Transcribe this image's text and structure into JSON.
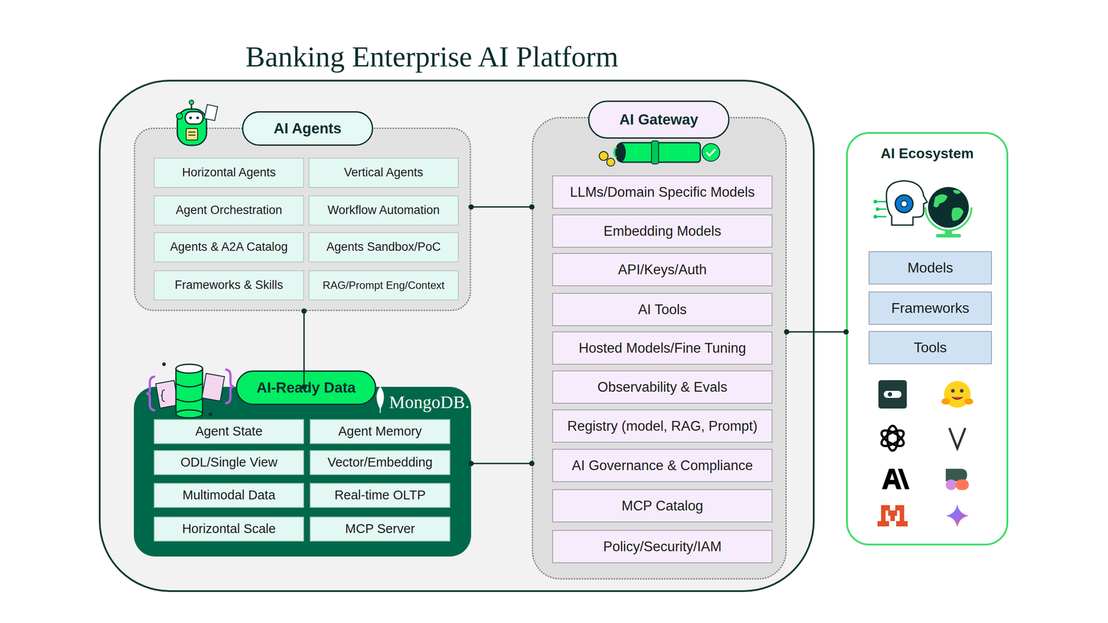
{
  "diagram": {
    "nodes": [
      {
        "text": [
          "Banking Enterprise AI Platform"
        ]
      },
      {
        "text": [
          "AI Agents"
        ],
        "in": 0
      },
      {
        "text": [
          "Horizontal Agents"
        ],
        "in": 1
      },
      {
        "text": [
          "Vertical Agents"
        ],
        "in": 1
      },
      {
        "text": [
          "Agent Orchestration"
        ],
        "in": 1
      },
      {
        "text": [
          "Workflow Automation"
        ],
        "in": 1
      },
      {
        "text": [
          "Agents & A2A Catalog"
        ],
        "in": 1
      },
      {
        "text": [
          "Agents Sandbox/PoC"
        ],
        "in": 1
      },
      {
        "text": [
          "Frameworks & Skills"
        ],
        "in": 1
      },
      {
        "text": [
          "RAG/Prompt Eng/Context"
        ],
        "in": 1
      },
      {
        "text": [
          "AI-Ready Data",
          "MongoDB."
        ],
        "in": 0
      },
      {
        "text": [
          "Agent State"
        ],
        "in": 10
      },
      {
        "text": [
          "Agent Memory"
        ],
        "in": 10
      },
      {
        "text": [
          "ODL/Single View"
        ],
        "in": 10
      },
      {
        "text": [
          "Vector/Embedding"
        ],
        "in": 10
      },
      {
        "text": [
          "Multimodal Data"
        ],
        "in": 10
      },
      {
        "text": [
          "Real-time OLTP"
        ],
        "in": 10
      },
      {
        "text": [
          "Horizontal Scale"
        ],
        "in": 10
      },
      {
        "text": [
          "MCP Server"
        ],
        "in": 10
      },
      {
        "text": [
          "AI Gateway"
        ],
        "in": 0
      },
      {
        "text": [
          "LLMs/Domain Specific Models"
        ],
        "in": 19
      },
      {
        "text": [
          "Embedding Models"
        ],
        "in": 19
      },
      {
        "text": [
          "API/Keys/Auth"
        ],
        "in": 19
      },
      {
        "text": [
          "AI Tools"
        ],
        "in": 19
      },
      {
        "text": [
          "Hosted Models/Fine Tuning"
        ],
        "in": 19
      },
      {
        "text": [
          "Observability & Evals"
        ],
        "in": 19
      },
      {
        "text": [
          "Registry (model, RAG, Prompt)"
        ],
        "in": 19
      },
      {
        "text": [
          "AI Governance & Compliance"
        ],
        "in": 19
      },
      {
        "text": [
          "MCP Catalog"
        ],
        "in": 19
      },
      {
        "text": [
          "Policy/Security/IAM"
        ],
        "in": 19
      },
      {
        "text": [
          "AI Ecosystem"
        ]
      },
      {
        "text": [
          "Models"
        ],
        "in": 30
      },
      {
        "text": [
          "Frameworks"
        ],
        "in": 30
      },
      {
        "text": [
          "Tools"
        ],
        "in": 30
      }
    ],
    "edges": [
      {
        "from": 1,
        "to": 19,
        "arrow": "none"
      },
      {
        "from": 1,
        "to": 10,
        "arrow": "none"
      },
      {
        "from": 10,
        "to": 19,
        "arrow": "none"
      },
      {
        "from": 19,
        "to": 30,
        "arrow": "none"
      }
    ]
  }
}
